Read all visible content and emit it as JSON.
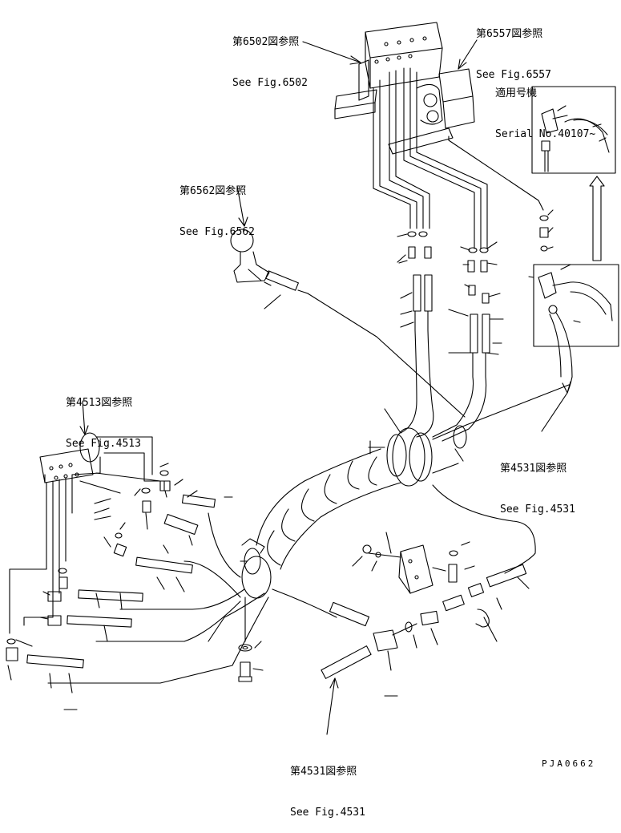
{
  "refs": {
    "fig6502": {
      "jp": "第6502図参照",
      "en": "See Fig.6502"
    },
    "fig6557": {
      "jp": "第6557図参照",
      "en": "See Fig.6557"
    },
    "fig6562": {
      "jp": "第6562図参照",
      "en": "See Fig.6562"
    },
    "fig4513": {
      "jp": "第4513図参照",
      "en": "See Fig.4513"
    },
    "fig4531_right": {
      "jp": "第4531図参照",
      "en": "See Fig.4531"
    },
    "fig4531_bottom": {
      "jp": "第4531図参照",
      "en": "See Fig.4531"
    }
  },
  "serial": {
    "jp": "適用号機",
    "en": "Serial No.40107~"
  },
  "drawing_code": "PJA0662"
}
